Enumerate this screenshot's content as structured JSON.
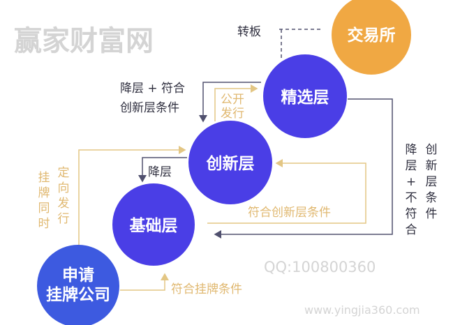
{
  "nodes": {
    "exchange": "交易所",
    "select": "精选层",
    "innovation": "创新层",
    "basic": "基础层",
    "applicant_line1": "申请",
    "applicant_line2": "挂牌公司"
  },
  "labels": {
    "transfer_board": "转板",
    "downgrade_innov_line1": "降层 + 符合",
    "downgrade_innov_line2": "创新层条件",
    "public_offering_line1": "公开",
    "public_offering_line2": "发行",
    "downgrade": "降层",
    "meet_innovation": "符合创新层条件",
    "meet_listing": "符合挂牌条件",
    "listing_col1": [
      "挂",
      "牌",
      "同",
      "时"
    ],
    "listing_col2": [
      "定",
      "向",
      "发",
      "行"
    ],
    "downgrade_not_col1": [
      "降",
      "层",
      "+",
      "不",
      "符",
      "合"
    ],
    "downgrade_not_col2": [
      "创",
      "新",
      "层",
      "条",
      "件"
    ]
  },
  "watermark": {
    "qq": "QQ:100800360",
    "site_name": "赢家财富网",
    "url": "www.yingjia360.com"
  },
  "colors": {
    "node_blue": "#4a3ee6",
    "applicant_blue": "#3d5ae0",
    "exchange_orange": "#f0a843",
    "gold_line": "#e3c684",
    "dark_line": "#50506e"
  }
}
